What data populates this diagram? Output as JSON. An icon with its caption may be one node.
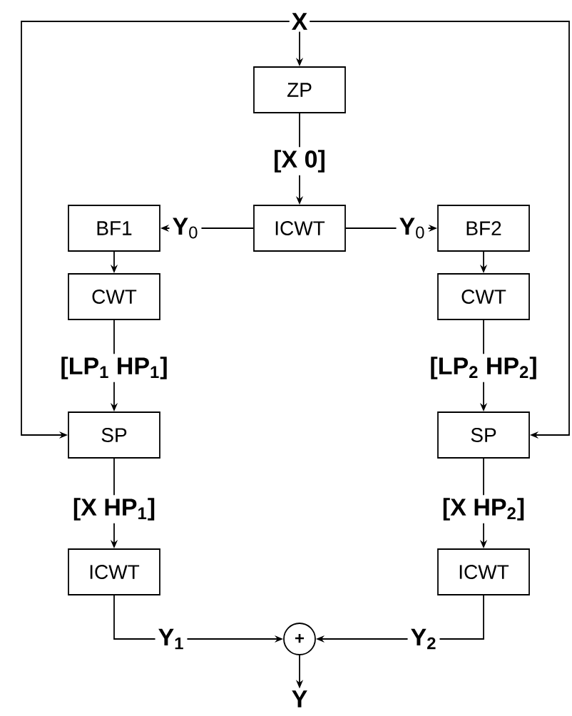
{
  "diagram": {
    "nodes": [
      {
        "text": [
          "X"
        ]
      },
      {
        "text": [
          "ZP"
        ]
      },
      {
        "text": [
          "ICWT"
        ]
      },
      {
        "text": [
          "BF1"
        ]
      },
      {
        "text": [
          "BF2"
        ]
      },
      {
        "text": [
          "CWT"
        ]
      },
      {
        "text": [
          "CWT"
        ]
      },
      {
        "text": [
          "SP"
        ]
      },
      {
        "text": [
          "SP"
        ]
      },
      {
        "text": [
          "ICWT"
        ]
      },
      {
        "text": [
          "ICWT"
        ]
      },
      {
        "text": [
          "+"
        ]
      },
      {
        "text": [
          "Y"
        ]
      }
    ],
    "edges": [
      {
        "from": 0,
        "to": 1,
        "arrow": "to"
      },
      {
        "from": 1,
        "to": 2,
        "arrow": "to",
        "label": "[X 0]"
      },
      {
        "from": 2,
        "to": 3,
        "arrow": "to",
        "label": "**Y**$_{0}$"
      },
      {
        "from": 2,
        "to": 4,
        "arrow": "to",
        "label": "**Y**$_{0}$"
      },
      {
        "from": 3,
        "to": 5,
        "arrow": "to"
      },
      {
        "from": 4,
        "to": 6,
        "arrow": "to"
      },
      {
        "from": 5,
        "to": 7,
        "arrow": "to",
        "label": "[LP$_{1}$ HP$_{1}$]"
      },
      {
        "from": 6,
        "to": 8,
        "arrow": "to",
        "label": "[LP$_{2}$ HP$_{2}$]"
      },
      {
        "from": 0,
        "to": 7,
        "arrow": "to"
      },
      {
        "from": 0,
        "to": 8,
        "arrow": "to"
      },
      {
        "from": 7,
        "to": 9,
        "arrow": "to",
        "label": "[X HP$_{1}$]"
      },
      {
        "from": 8,
        "to": 10,
        "arrow": "to",
        "label": "[X HP$_{2}$]"
      },
      {
        "from": 9,
        "to": 11,
        "arrow": "to",
        "label": "Y$_{1}$"
      },
      {
        "from": 10,
        "to": 11,
        "arrow": "to",
        "label": "Y$_{2}$"
      },
      {
        "from": 11,
        "to": 12,
        "arrow": "to"
      }
    ]
  }
}
